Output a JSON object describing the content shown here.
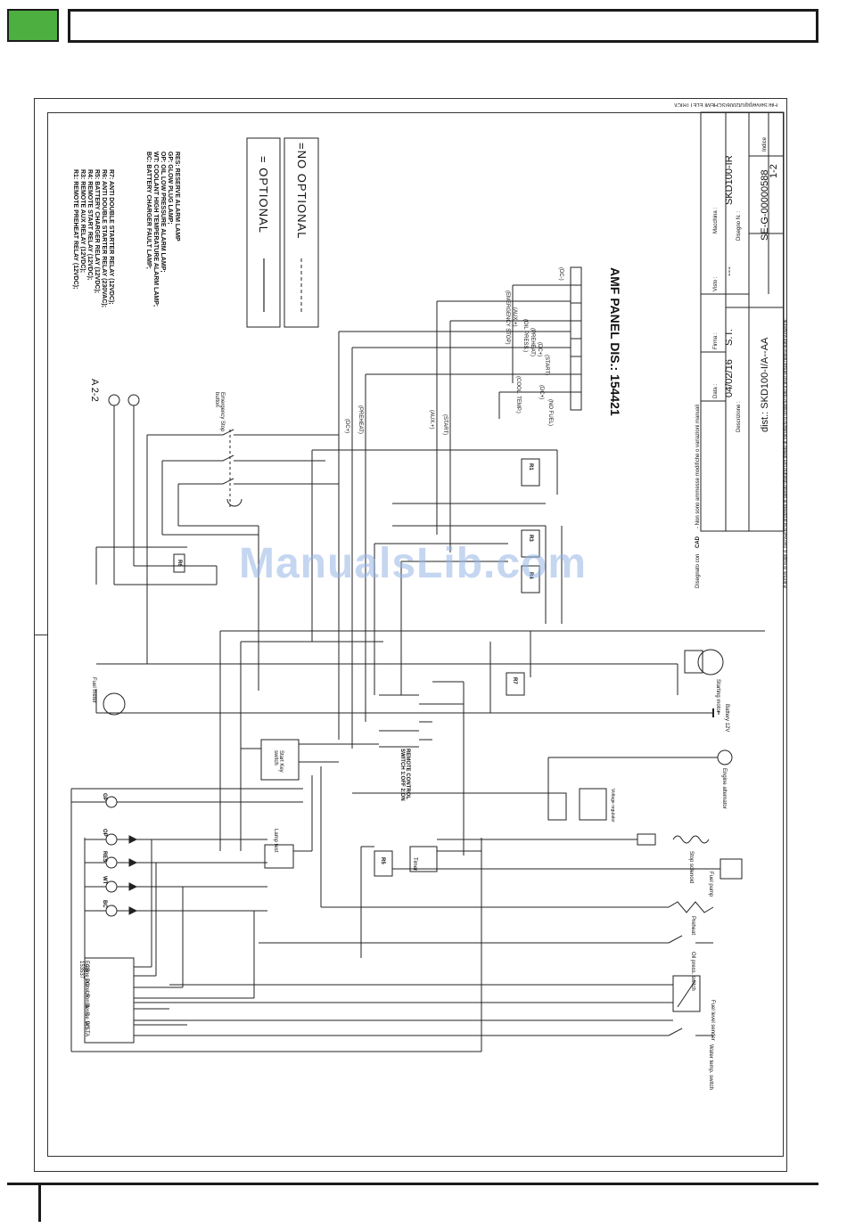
{
  "header": {
    "title": ""
  },
  "file_path": "File:Serverpq\\Ut2006\\SCHEMI ELETTRICI\\",
  "legend_relays": [
    "R1: REMOTE PREHEAT RELAY (12VDC);",
    "R3: REMOTE AUX RELAY (12VDC);",
    "R4: REMOTE START RELAY (12VDC);",
    "R5: BATTERY CHARGER RELAY (12VDC);",
    "R6: ANTI DOUBLE STARTER RELAY (230VAC);",
    "R7: ANTI DOUBLE STARTER RELAY (12VDC);"
  ],
  "legend_lamps": [
    "BC: BATTERY CHARGER FAULT LAMP;",
    "WT: COOLANT HIGH TEMPERATURE ALARM LAMP;",
    "OP: OIL LOW PRESSURE ALARM LAMP;",
    "GP: GLOW PLUG LAMP;",
    "RES: RESERVE ALARM LAMP"
  ],
  "optional_legend": {
    "optional": "= OPTIONAL",
    "no_optional": "=NO OPTIONAL"
  },
  "sheet_ref": "A 2-2",
  "amf_panel": "AMF PANEL DIS.: 154421",
  "amf_terminals": [
    "(DC-)",
    "(EMERGENCY STOP)",
    "(AUX.+)",
    "(OIL PRESS.)",
    "(PREHEAT)",
    "(DC+)",
    "(START)",
    "(COOL. TEMP.)",
    "(DC+)",
    "(NO FUEL)"
  ],
  "wire_labels": [
    "(DC+)",
    "(PREHEAT)",
    "(AUX.+)",
    "(START)"
  ],
  "components": {
    "emergency_stop": "Emergency Stop button",
    "fuel_meter": "Fuel meter",
    "starting_motor": "Starting motor",
    "battery": "Battery 12V",
    "engine_alternator": "Engine alternator",
    "stop_solenoid": "Stop solenoid",
    "fuel_pump": "Fuel pump",
    "preheat": "Preheat",
    "oil_switch": "Oil press. switch",
    "fuel_sender": "Fuel level sender",
    "water_switch": "Water temp. switch",
    "start_key": "Start Key switch",
    "remote_switch": "REMOTE CONTROL SWITCH 1:OFF 2:ON",
    "timer": "Timer",
    "engine_protection": "Engine protection device DIS. 153537",
    "regulator": "Voltage regulator",
    "lamp_test": "Lamp test"
  },
  "lamps": [
    "GP",
    "OP",
    "RES",
    "WT",
    "BC"
  ],
  "relays": [
    "R1",
    "R3",
    "R4",
    "R5",
    "R6",
    "R7"
  ],
  "protection_terminals": [
    "CB",
    "PO",
    "LR",
    "SL",
    "S",
    "WS",
    "TA"
  ],
  "title_block": {
    "data_label": "Data :",
    "data": "04/02/16",
    "firma_label": "Firma :",
    "firma": "S.T.",
    "visto_label": "Visto :",
    "visto": "---",
    "macchina_label": "Macchina :",
    "macchina": "SKD100-IR",
    "descrizione_label": "Descrizione :",
    "dist": "dist.: SKD100-I/A--AA",
    "disegno_label": "Disegno N. :",
    "disegno": "SE-G-00000588",
    "indice_label": "Indice",
    "indice": "1-2",
    "disegnato": "Disegnato con",
    "cad": "CAD",
    "note1": "- Non sono ammesse modifiche o variazioni manuali",
    "note2": "A termini di legge ci riserviamo la proprietà di questo disegno con divieto di riprodurlo o renderlo noto a terzi senza nostra autorizzazione."
  },
  "watermark": "ManualsLib.com"
}
